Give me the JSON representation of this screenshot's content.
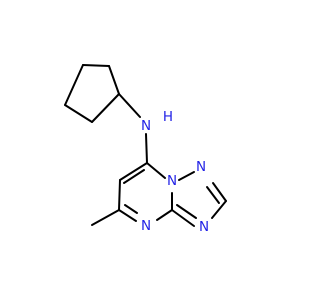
{
  "molecule": {
    "atoms": {
      "amine_n": "N",
      "amine_h": "H",
      "ring_n1": "N",
      "ring_n2": "N",
      "ring_n3": "N",
      "ring_n4": "N"
    }
  },
  "colors": {
    "bond": "#000000",
    "heteroatom": "#2323e6"
  }
}
